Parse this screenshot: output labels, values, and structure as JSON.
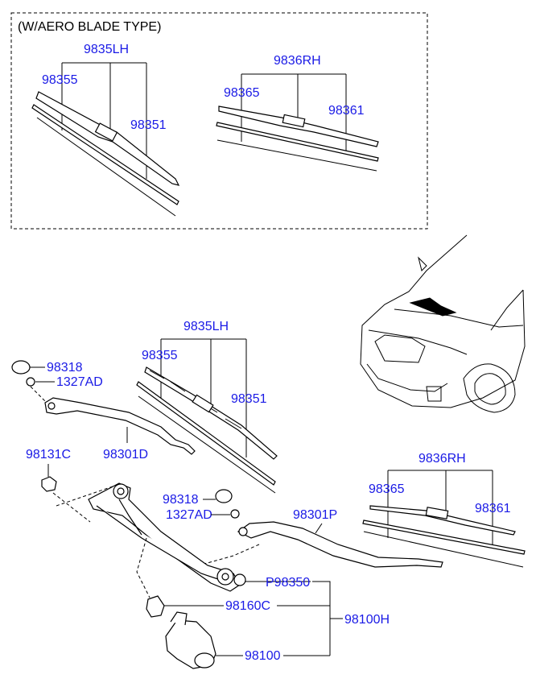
{
  "inset": {
    "title": "(W/AERO BLADE TYPE)",
    "lh": {
      "assy": "9835LH",
      "blade": "98355",
      "refill": "98351"
    },
    "rh": {
      "assy": "9836RH",
      "blade": "98365",
      "refill": "98361"
    }
  },
  "main": {
    "lh": {
      "assy": "9835LH",
      "blade": "98355",
      "refill": "98351"
    },
    "rh": {
      "assy": "9836RH",
      "blade": "98365",
      "refill": "98361"
    },
    "cap_lh": "98318",
    "nut_lh": "1327AD",
    "arm_lh": "98301D",
    "bolt": "98131C",
    "cap_rh": "98318",
    "nut_rh": "1327AD",
    "arm_rh": "98301P",
    "linkage": "P98350",
    "bracket": "98160C",
    "motor": "98100",
    "motor_assy": "98100H"
  },
  "colors": {
    "label": "#1a1ae6",
    "line": "#000000"
  }
}
